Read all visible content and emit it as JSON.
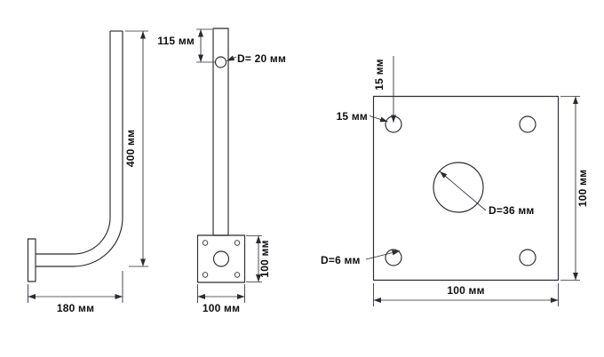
{
  "colors": {
    "line": "#2b2b33",
    "text": "#0f0f0f",
    "bg": "#ffffff"
  },
  "views": {
    "side": {
      "height_dim": "400 мм",
      "depth_dim": "180 мм"
    },
    "front": {
      "hole_offset_dim": "115 мм",
      "hole_diameter_label": "D= 20 мм",
      "plate_height_dim": "100 мм",
      "plate_width_dim": "100 мм"
    },
    "plate": {
      "top_offset_dim": "15 мм",
      "left_offset_dim": "15 мм",
      "center_hole_label": "D=36 мм",
      "corner_hole_label": "D=6 мм",
      "height_dim": "100 мм",
      "width_dim": "100 мм"
    }
  }
}
